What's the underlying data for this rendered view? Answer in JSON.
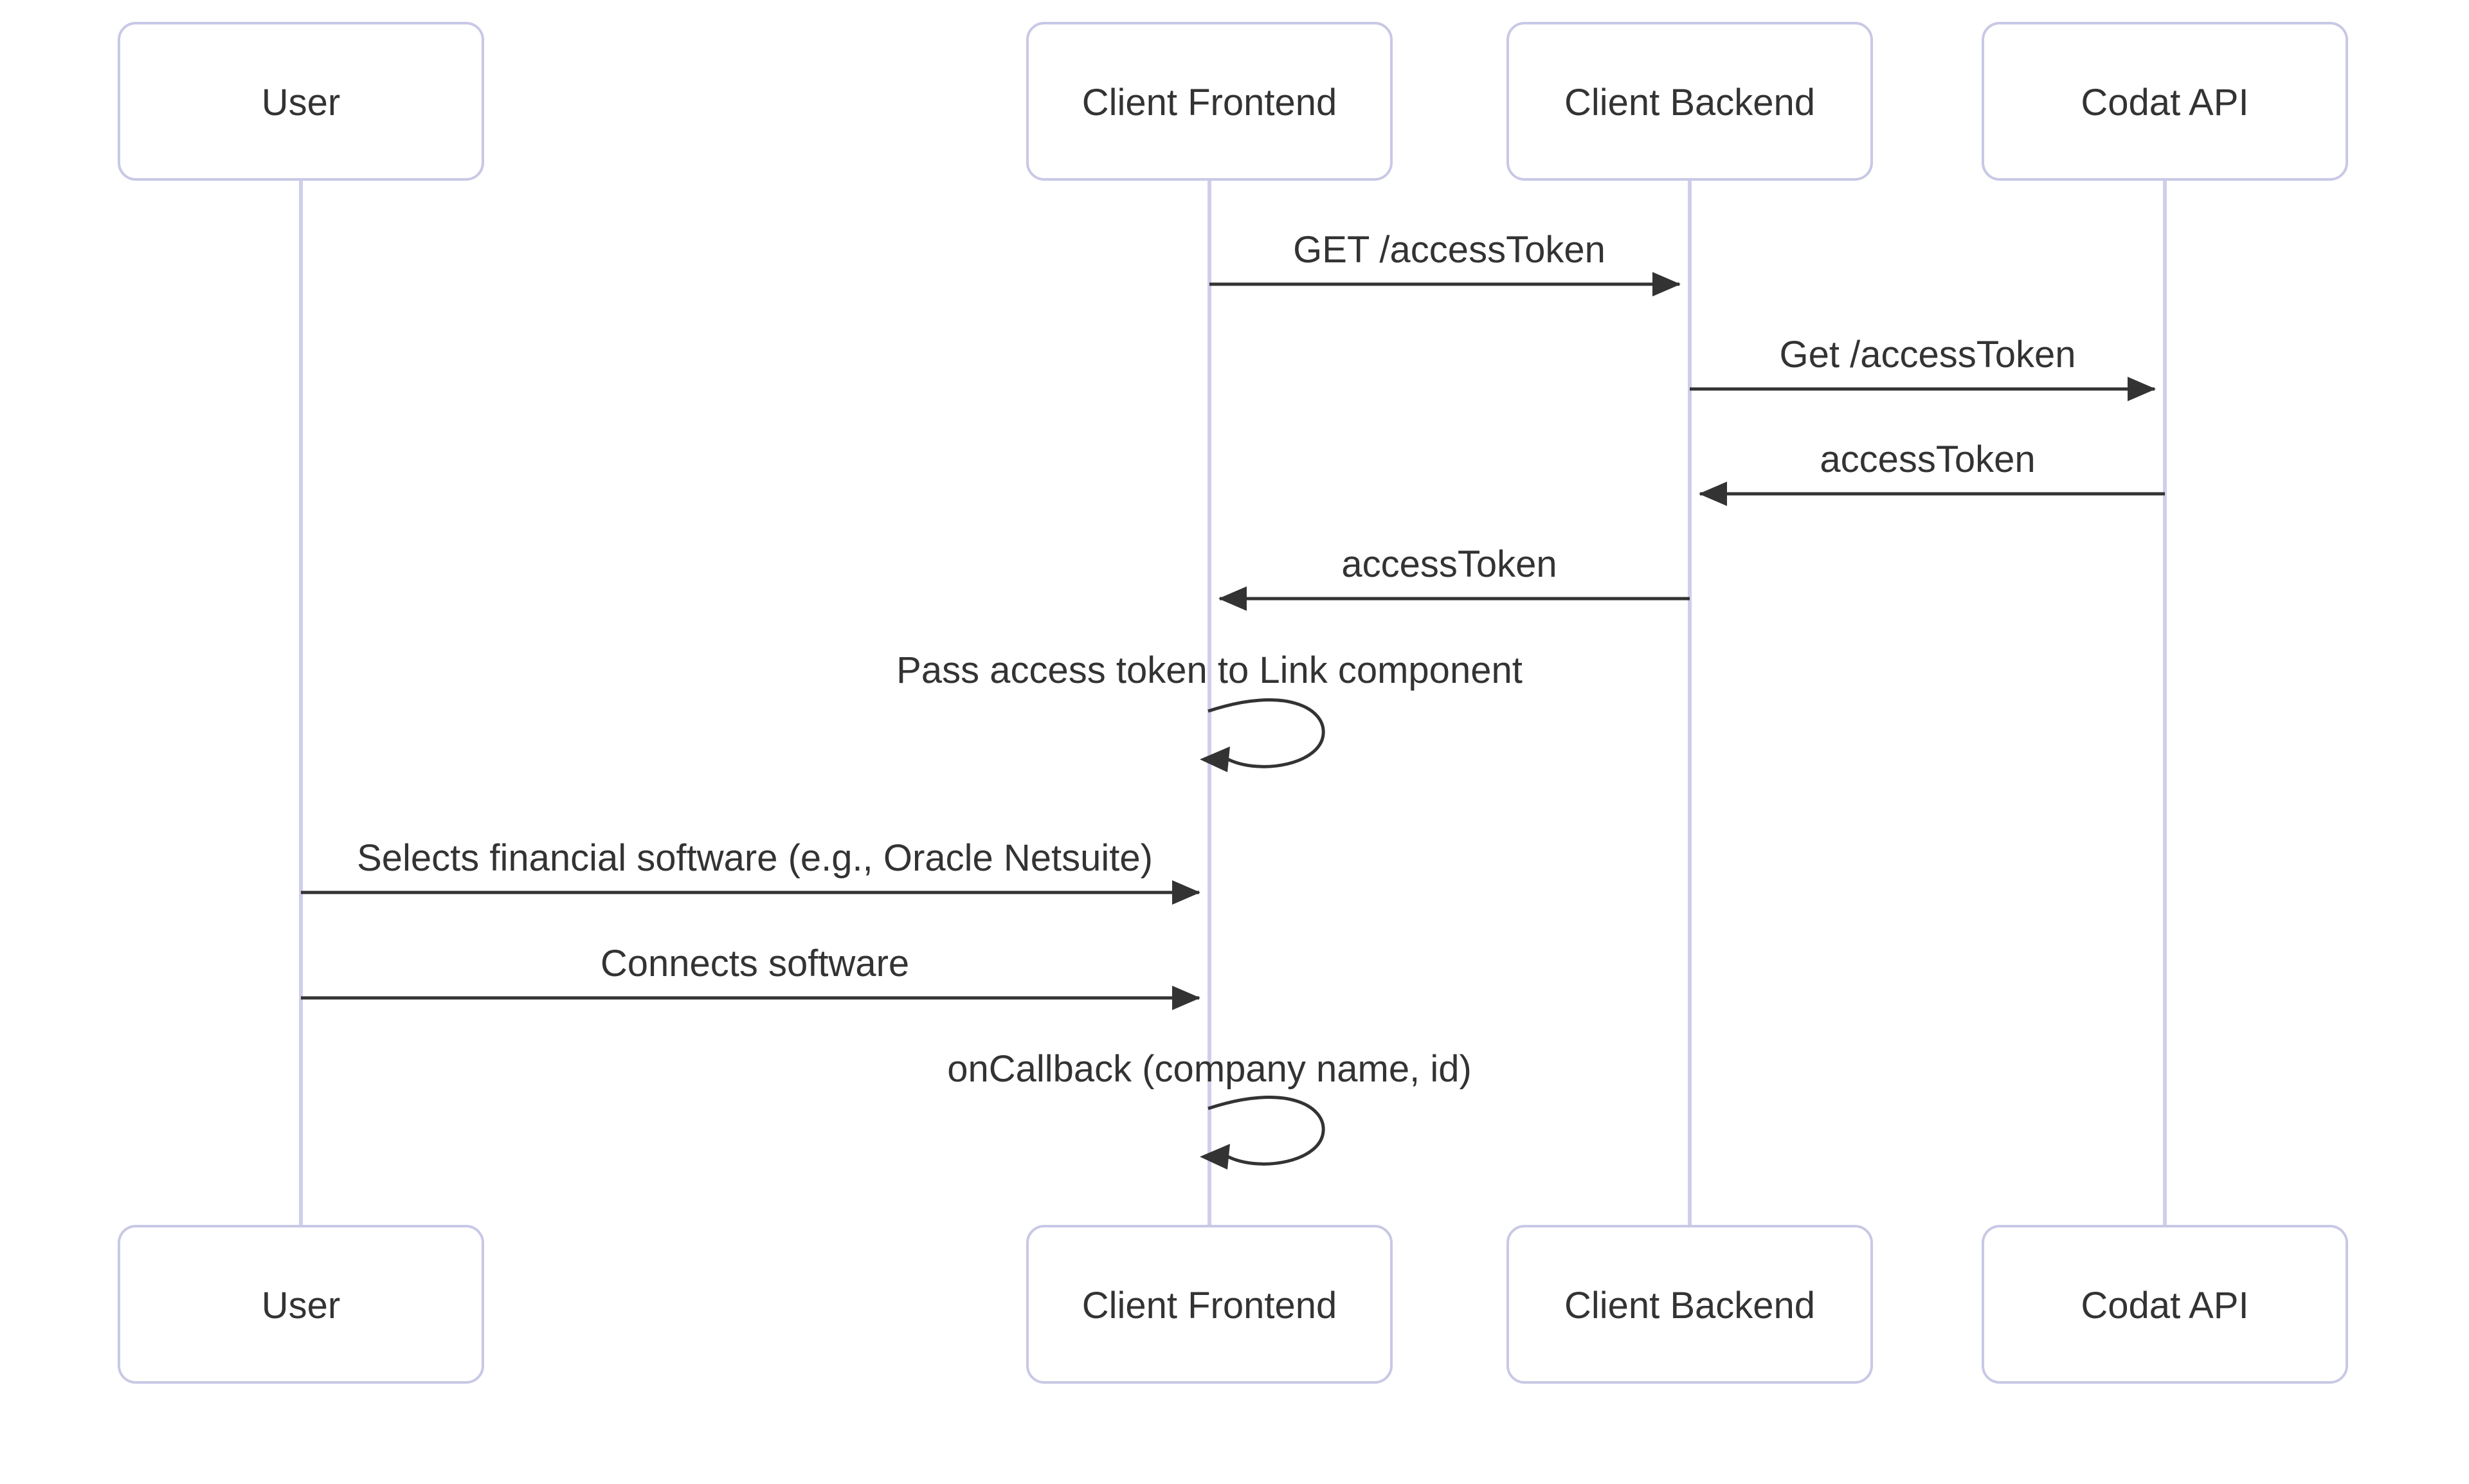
{
  "diagram": {
    "type": "sequence-diagram",
    "actors": [
      {
        "id": "user",
        "label": "User"
      },
      {
        "id": "client-frontend",
        "label": "Client Frontend"
      },
      {
        "id": "client-backend",
        "label": "Client Backend"
      },
      {
        "id": "codat-api",
        "label": "Codat API"
      }
    ],
    "messages": [
      {
        "from": "Client Frontend",
        "to": "Client Backend",
        "label": "GET /accessToken",
        "style": "solid-arrow"
      },
      {
        "from": "Client Backend",
        "to": "Codat API",
        "label": "Get /accessToken",
        "style": "solid-arrow"
      },
      {
        "from": "Codat API",
        "to": "Client Backend",
        "label": "accessToken",
        "style": "solid-arrow"
      },
      {
        "from": "Client Backend",
        "to": "Client Frontend",
        "label": "accessToken",
        "style": "solid-arrow"
      },
      {
        "from": "Client Frontend",
        "to": "Client Frontend",
        "label": "Pass access token to Link component",
        "style": "self-loop"
      },
      {
        "from": "User",
        "to": "Client Frontend",
        "label": "Selects financial software (e.g., Oracle Netsuite)",
        "style": "solid-arrow"
      },
      {
        "from": "User",
        "to": "Client Frontend",
        "label": "Connects software",
        "style": "solid-arrow"
      },
      {
        "from": "Client Frontend",
        "to": "Client Frontend",
        "label": "onCallback (company name, id)",
        "style": "self-loop"
      }
    ],
    "colors": {
      "background": "#ffffff",
      "actor_fill": "#ffffff",
      "actor_border": "#c8c8e6",
      "lifeline": "#cfcfec",
      "signal": "#333333",
      "text": "#333333"
    }
  }
}
